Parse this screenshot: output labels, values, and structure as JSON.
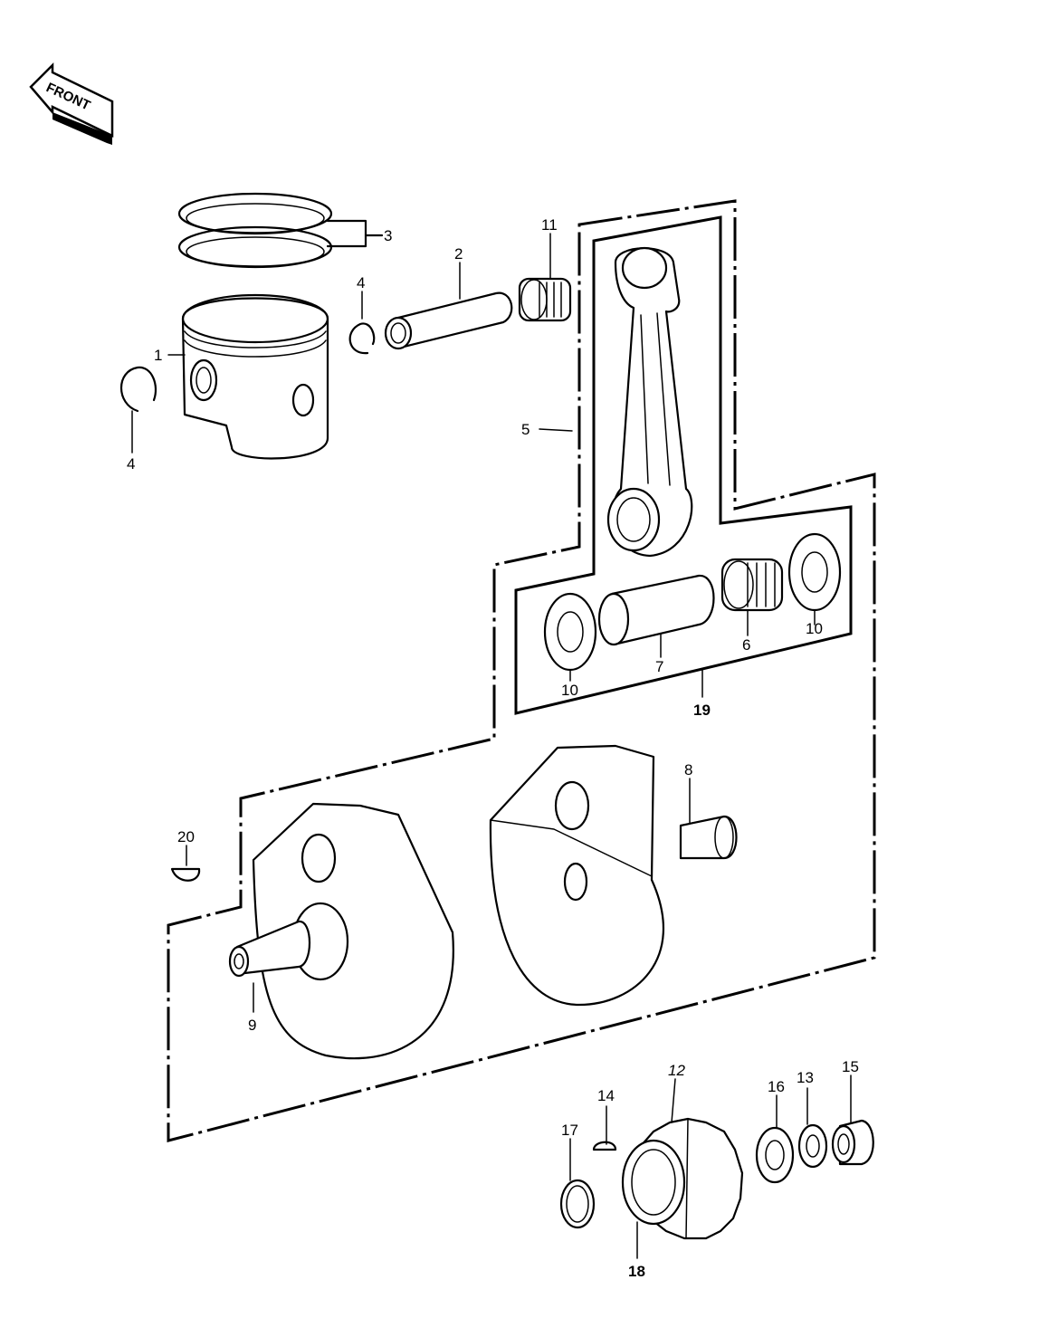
{
  "front_arrow": {
    "text": "FRONT",
    "icon": "front-arrow-icon"
  },
  "labels": {
    "p1": "1",
    "p2": "2",
    "p3": "3",
    "p4a": "4",
    "p4b": "4",
    "p5": "5",
    "p6": "6",
    "p7": "7",
    "p8": "8",
    "p9": "9",
    "p10a": "10",
    "p10b": "10",
    "p11": "11",
    "p12": "12",
    "p13": "13",
    "p14": "14",
    "p15": "15",
    "p16": "16",
    "p17": "17",
    "p18": "18",
    "p19": "19",
    "p20": "20"
  },
  "parts": [
    {
      "number": "1",
      "icon": "piston-icon"
    },
    {
      "number": "2",
      "icon": "piston-pin-icon"
    },
    {
      "number": "3",
      "icon": "piston-rings-icon"
    },
    {
      "number": "4",
      "icon": "circlip-icon"
    },
    {
      "number": "5",
      "icon": "connecting-rod-icon"
    },
    {
      "number": "6",
      "icon": "needle-bearing-icon"
    },
    {
      "number": "7",
      "icon": "crank-pin-icon"
    },
    {
      "number": "8",
      "icon": "crank-half-right-icon"
    },
    {
      "number": "9",
      "icon": "crank-half-left-icon"
    },
    {
      "number": "10",
      "icon": "thrust-washer-icon"
    },
    {
      "number": "11",
      "icon": "small-end-bearing-icon"
    },
    {
      "number": "12",
      "icon": "primary-gear-icon"
    },
    {
      "number": "13",
      "icon": "lock-washer-icon"
    },
    {
      "number": "14",
      "icon": "woodruff-key-icon"
    },
    {
      "number": "15",
      "icon": "nut-icon"
    },
    {
      "number": "16",
      "icon": "washer-icon"
    },
    {
      "number": "17",
      "icon": "o-ring-icon"
    },
    {
      "number": "18",
      "icon": "collar-icon"
    },
    {
      "number": "19",
      "icon": "crankpin-assembly-group-icon"
    },
    {
      "number": "20",
      "icon": "woodruff-key-icon"
    }
  ]
}
